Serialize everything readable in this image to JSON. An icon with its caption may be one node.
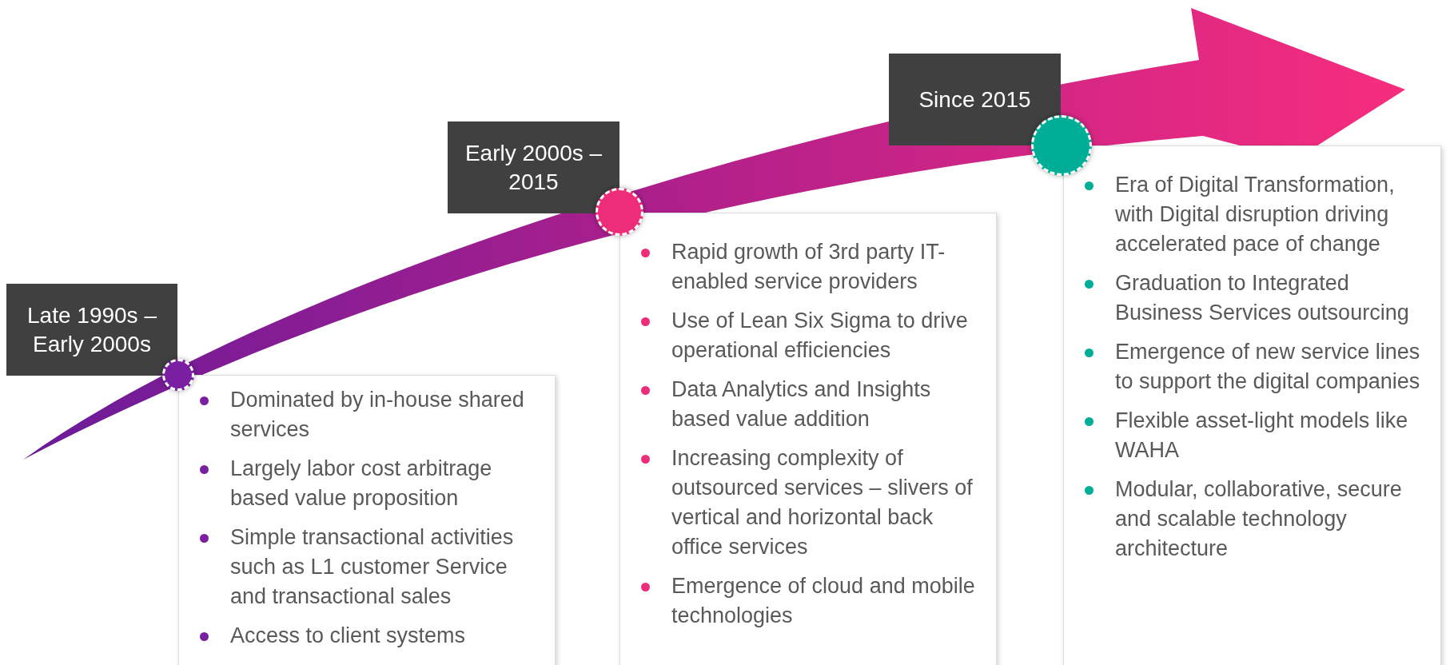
{
  "diagram": {
    "nodes": [
      {
        "text": [
          "Late 1990s – Early 2000s"
        ]
      },
      {
        "text": [],
        "shape": "circle"
      },
      {
        "text": [
          "Dominated by in-house shared services",
          "Largely labor cost arbitrage based value proposition",
          "Simple transactional activities such as L1 customer Service and transactional sales",
          "Access to client systems"
        ]
      },
      {
        "text": [
          "Early 2000s – 2015"
        ]
      },
      {
        "text": [],
        "shape": "circle"
      },
      {
        "text": [
          "Rapid growth of 3rd party IT-enabled service providers",
          "Use of Lean Six Sigma to drive operational efficiencies",
          "Data Analytics and Insights based value addition",
          "Increasing complexity of outsourced services – slivers of vertical and horizontal back office services",
          "Emergence of cloud and mobile technologies"
        ]
      },
      {
        "text": [
          "Since 2015"
        ]
      },
      {
        "text": [],
        "shape": "circle"
      },
      {
        "text": [
          "Era of Digital Transformation, with  Digital disruption driving accelerated pace of change",
          "Graduation to Integrated Business Services outsourcing",
          "Emergence of new service lines to support the digital companies",
          "Flexible asset-light models like WAHA",
          "Modular, collaborative, secure and scalable technology architecture"
        ]
      }
    ],
    "edges": []
  }
}
